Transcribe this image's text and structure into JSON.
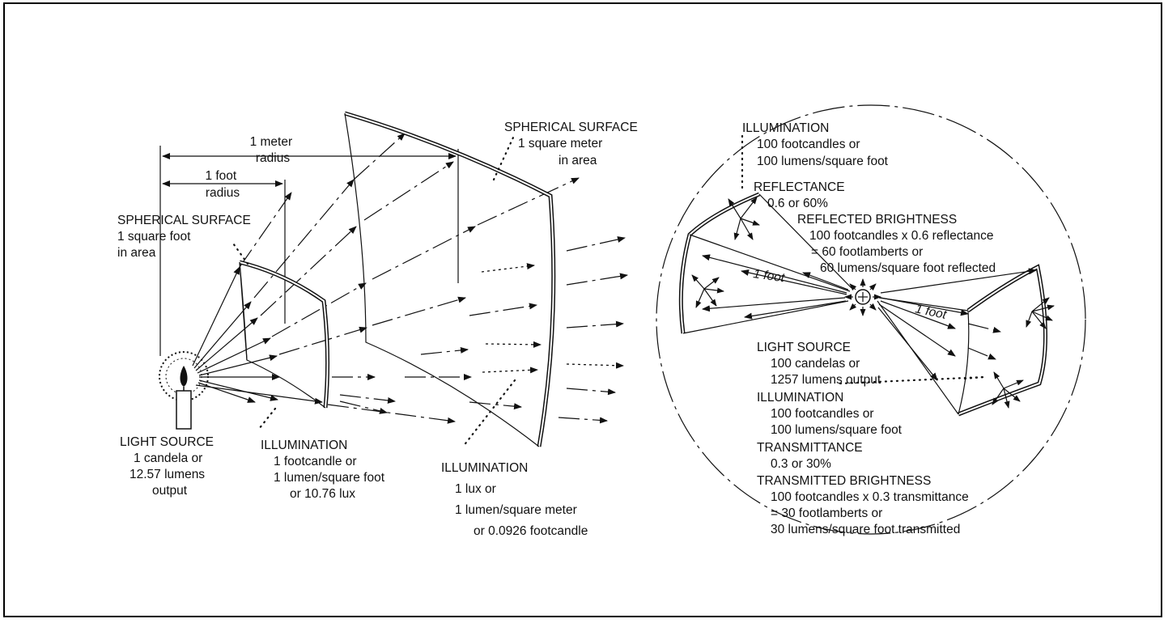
{
  "left_diagram": {
    "meter_radius": [
      "1 meter",
      "radius"
    ],
    "foot_radius": [
      "1 foot",
      "radius"
    ],
    "sphere_foot": [
      "SPHERICAL SURFACE",
      "1 square foot",
      "in area"
    ],
    "sphere_meter": [
      "SPHERICAL SURFACE",
      "1 square meter",
      "in area"
    ],
    "light_source": [
      "LIGHT SOURCE",
      "1 candela or",
      "12.57 lumens",
      "output"
    ],
    "illum_foot": [
      "ILLUMINATION",
      "1 footcandle or",
      "1 lumen/square foot",
      "or 10.76 lux"
    ],
    "illum_meter": [
      "ILLUMINATION",
      "1 lux or",
      "1 lumen/square meter",
      "or 0.0926 footcandle"
    ]
  },
  "right_diagram": {
    "illum_top": [
      "ILLUMINATION",
      "100 footcandles or",
      "100 lumens/square foot"
    ],
    "reflectance": [
      "REFLECTANCE",
      "0.6 or 60%"
    ],
    "reflected": [
      "REFLECTED BRIGHTNESS",
      "100 footcandles x 0.6 reflectance",
      "= 60 footlamberts or",
      "60 lumens/square foot reflected"
    ],
    "foot_left": "1 foot",
    "foot_right": "1 foot",
    "light_source": [
      "LIGHT SOURCE",
      "100 candelas or",
      "1257 lumens output"
    ],
    "illum_bottom": [
      "ILLUMINATION",
      "100 footcandles or",
      "100 lumens/square foot"
    ],
    "transmittance": [
      "TRANSMITTANCE",
      "0.3 or 30%"
    ],
    "transmitted": [
      "TRANSMITTED BRIGHTNESS",
      "100 footcandles x 0.3 transmittance",
      "= 30 footlamberts or",
      "30 lumens/square foot transmitted"
    ]
  },
  "colors": {
    "ink": "#111111",
    "paper": "#ffffff"
  }
}
